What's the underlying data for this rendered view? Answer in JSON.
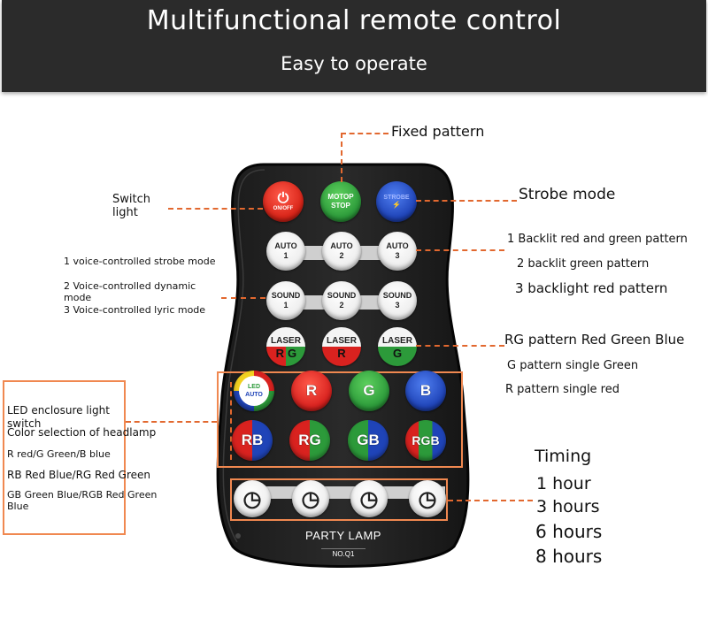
{
  "banner": {
    "title": "Multifunctional remote control",
    "subtitle": "Easy to operate"
  },
  "labels": {
    "fixed_pattern": "Fixed pattern",
    "strobe_mode": "Strobe mode",
    "switch_light_1": "Switch",
    "switch_light_2": "light",
    "auto_right_1": "1 Backlit red and green pattern",
    "auto_right_2": "2 backlit green pattern",
    "auto_right_3": "3 backlight red pattern",
    "voice_1": "1 voice-controlled strobe mode",
    "voice_2a": "2 Voice-controlled dynamic",
    "voice_2b": "mode",
    "voice_3": "3 Voice-controlled lyric mode",
    "laser_rg": "RG pattern Red Green Blue",
    "laser_g": "G pattern single Green",
    "laser_r": "R pattern single red",
    "timing": "Timing",
    "timing_1": "1 hour",
    "timing_3": "3 hours",
    "timing_6": "6 hours",
    "timing_8": "8 hours"
  },
  "left_box": {
    "line1a": "LED enclosure light",
    "line1b": "switch",
    "line2": "Color selection of headlamp",
    "line3": "R red/G Green/B blue",
    "line4": "RB Red Blue/RG Red Green",
    "line5a": "GB Green Blue/RGB Red Green",
    "line5b": "Blue"
  },
  "remote": {
    "onoff": "ON/OFF",
    "motop_1": "MOTOP",
    "motop_2": "STOP",
    "strobe": "STROBE",
    "auto": "AUTO",
    "sound": "SOUND",
    "laser": "LASER",
    "nums": [
      "1",
      "2",
      "3"
    ],
    "laser_rg_r": "R",
    "laser_rg_g": "G",
    "laser_r": "R",
    "laser_g": "G",
    "led_1": "LED",
    "led_2": "AUTO",
    "color_r": "R",
    "color_g": "G",
    "color_b": "B",
    "rb_r": "R",
    "rb_b": "B",
    "rg_r": "R",
    "rg_g": "G",
    "gb_g": "G",
    "gb_b": "B",
    "rgb_r": "R",
    "rgb_g": "G",
    "rgb_b": "B",
    "brand": "PARTY LAMP",
    "model": "NO.Q1",
    "timer_icons": [
      "clock-icon",
      "clock-icon",
      "clock-icon",
      "clock-icon"
    ]
  },
  "colors": {
    "lead": "#e2682f",
    "red": "#d9221f",
    "green": "#2c9a3a",
    "blue": "#1f44b8"
  }
}
